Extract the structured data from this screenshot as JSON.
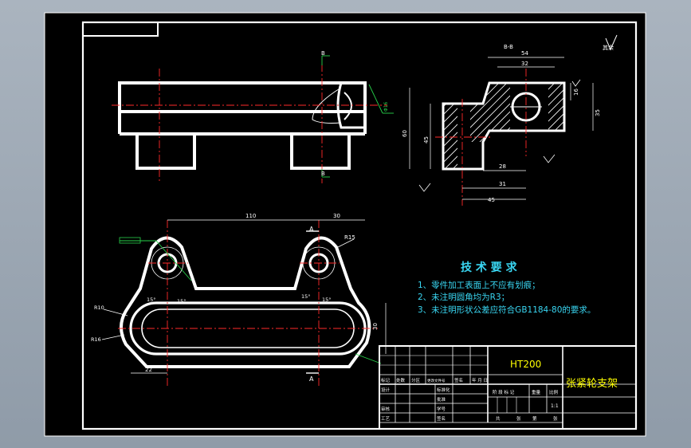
{
  "drawing": {
    "section_label": "B-B",
    "section_marker": "B",
    "view_marker": "A",
    "roughness_note": "其余"
  },
  "dimensions": {
    "top_width": "54",
    "inner_width": "32",
    "right_small": "16",
    "right_height": "35",
    "left_height": "60",
    "left_small": "45",
    "bottom_28": "28",
    "bottom_31": "31",
    "bottom_45": "45",
    "plan_110": "110",
    "plan_30": "30",
    "plan_r15": "R15",
    "plan_r10": "R10",
    "plan_r16": "R16",
    "plan_15a": "15°",
    "plan_15b": "15°",
    "plan_15c": "15°",
    "plan_15d": "15°",
    "plan_slot_height": "30",
    "plan_22": "22",
    "front_bore": "Φ16"
  },
  "requirements": {
    "title": "技 术 要 求",
    "items": [
      "1、零件加工表面上不应有划痕；",
      "2、未注明圆角均为R3；",
      "3、未注明形状公差应符合GB1184-80的要求。"
    ]
  },
  "title_block": {
    "material": "HT200",
    "part_name": "张紧轮支架",
    "revision_headers": [
      "标记",
      "处数",
      "分区",
      "更改文件号",
      "签名",
      "年 月 日"
    ],
    "left_labels": [
      "设计",
      "",
      "审核",
      "工艺"
    ],
    "mid_labels": [
      "标准化",
      "批准",
      "学号",
      "签名"
    ],
    "stage_headers": [
      "阶 段 标 记",
      "重量",
      "比例"
    ],
    "scale": "1:1",
    "sheet_info": [
      "共",
      "张",
      "第",
      "张"
    ]
  },
  "colors": {
    "paper": "#000000",
    "line": "#ffffff",
    "center": "#ff2a2a",
    "dimension_green": "#27d24a",
    "requirements_text": "#39d6f2",
    "title_text": "#ffff00",
    "border": "#ffffff"
  }
}
